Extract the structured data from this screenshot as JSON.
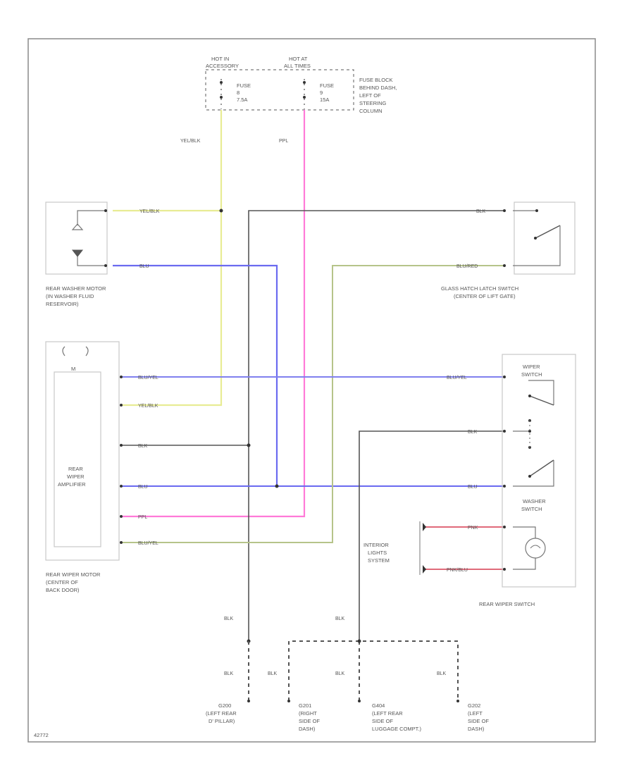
{
  "colors": {
    "yel_blk": "#e8ec94",
    "ppl": "#ff7ad8",
    "blu": "#6a6af0",
    "blk": "#555555",
    "blu_yel": "#8080ee",
    "blu_red": "#b6c48a",
    "pnk": "#e06a7a",
    "frame": "#8a8a8a"
  },
  "header": {
    "hot_in_line1": "HOT IN",
    "hot_in_line2": "ACCESSORY",
    "hot_at_line1": "HOT AT",
    "hot_at_line2": "ALL TIMES",
    "fuse1_line1": "FUSE",
    "fuse1_line2": "8",
    "fuse1_line3": "7.5A",
    "fuse2_line1": "FUSE",
    "fuse2_line2": "9",
    "fuse2_line3": "15A",
    "fuse_block": [
      "FUSE BLOCK",
      "BEHIND DASH,",
      "LEFT OF",
      "STEERING",
      "COLUMN"
    ]
  },
  "wire_labels": {
    "yel_blk_top": "YEL/BLK",
    "ppl_top": "PPL",
    "yel_blk_washer": "YEL/BLK",
    "blu_washer": "BLU",
    "blk_glass": "BLK",
    "blu_red_glass": "BLU/RED",
    "blu_yel_amp": "BLU/YEL",
    "yel_blk_amp": "YEL/BLK",
    "blk_amp": "BLK",
    "blu_amp": "BLU",
    "ppl_amp": "PPL",
    "blu_red_amp": "BLU/YEL",
    "blu_yel_sw": "BLU/YEL",
    "blk_sw": "BLK",
    "blu_sw": "BLU",
    "pnk_sw": "PNK",
    "pnk_blu_sw": "PNK/BLU",
    "blk_down1": "BLK",
    "blk_down2": "BLK",
    "blk_g1": "BLK",
    "blk_g2": "BLK",
    "blk_g3": "BLK",
    "blk_g4": "BLK"
  },
  "components": {
    "washer_motor": [
      "REAR WASHER MOTOR",
      "(IN WASHER FLUID",
      "RESERVOIR)"
    ],
    "glass_switch": [
      "GLASS HATCH LATCH SWITCH",
      "(CENTER OF LIFT GATE)"
    ],
    "wiper_motor": [
      "REAR WIPER MOTOR",
      "(CENTER OF",
      "BACK DOOR)"
    ],
    "amplifier": [
      "REAR",
      "WIPER",
      "AMPLIFIER"
    ],
    "motor_symbol": "M",
    "wiper_switch_label": [
      "WIPER",
      "SWITCH"
    ],
    "washer_switch_label": [
      "WASHER",
      "SWITCH"
    ],
    "rear_wiper_switch": "REAR WIPER SWITCH",
    "interior_lights": [
      "INTERIOR",
      "LIGHTS",
      "SYSTEM"
    ]
  },
  "grounds": {
    "g1": [
      "G200",
      "(LEFT REAR",
      "D' PILLAR)"
    ],
    "g2": [
      "G201",
      "(RIGHT",
      "SIDE OF",
      "DASH)"
    ],
    "g3": [
      "G404",
      "(LEFT REAR",
      "SIDE OF",
      "LUGGAGE COMPT.)"
    ],
    "g4": [
      "G202",
      "(LEFT",
      "SIDE OF",
      "DASH)"
    ]
  },
  "footer_code": "42772"
}
